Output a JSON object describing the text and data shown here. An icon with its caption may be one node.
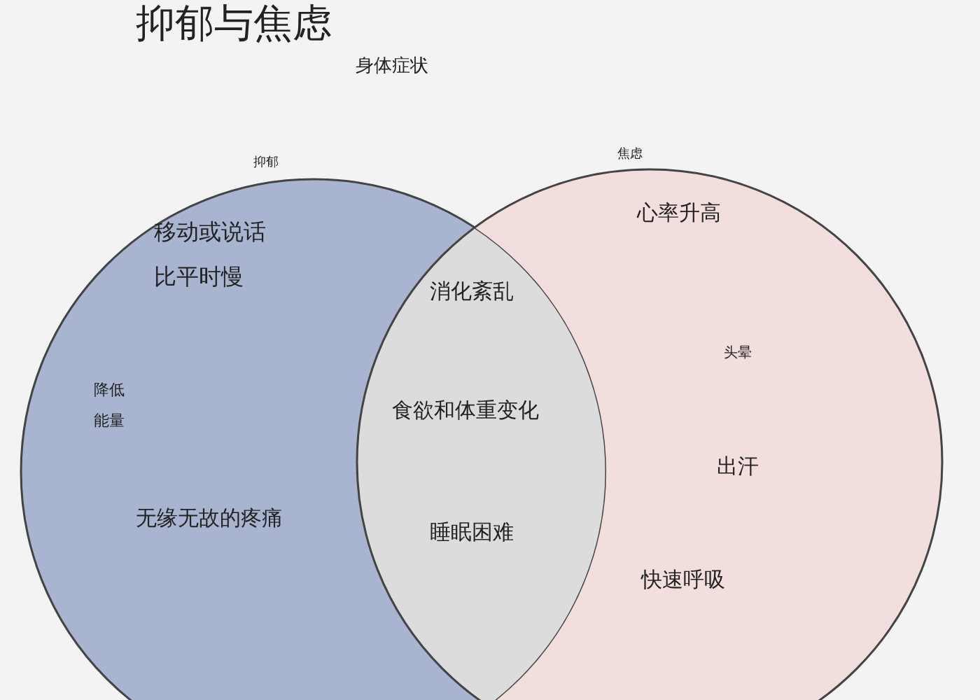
{
  "diagram": {
    "title": "抑郁与焦虑",
    "nodes": [
      {
        "text": [
          "抑郁"
        ]
      },
      {
        "text": [
          "焦虑"
        ]
      }
    ],
    "edges": [],
    "labels": [
      "身体症状",
      "移动或说话比平时慢",
      "心率升高",
      "消化紊乱",
      "头晕",
      "降低能量",
      "食欲和体重变化",
      "出汗",
      "无缘无故的疼痛",
      "睡眠困难",
      "快速呼吸"
    ]
  }
}
